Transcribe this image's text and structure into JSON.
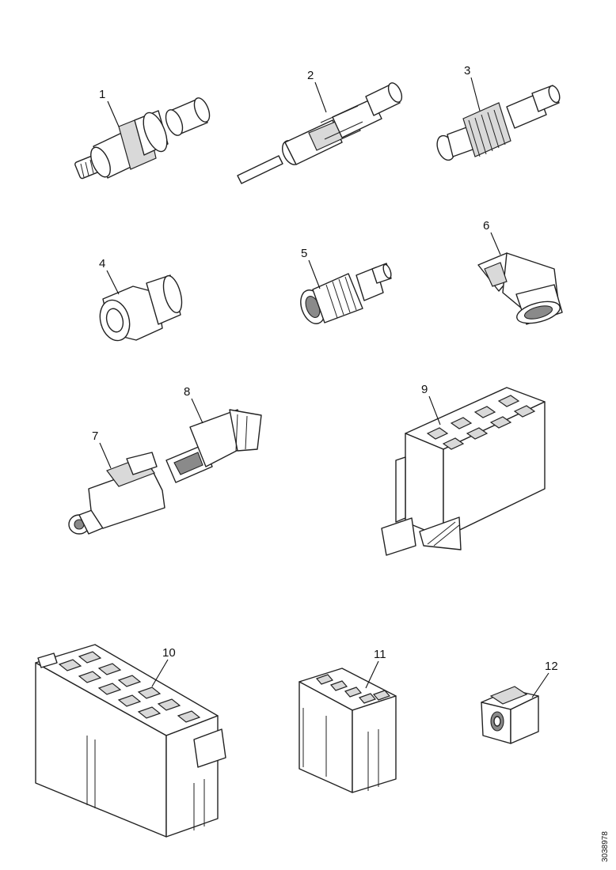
{
  "callouts": [
    "1",
    "2",
    "3",
    "4",
    "5",
    "6",
    "7",
    "8",
    "9",
    "10",
    "11",
    "12"
  ],
  "reference_code": "3038978",
  "colors": {
    "line": "#222222",
    "shade": "#d9d9d9",
    "paper": "#ffffff"
  }
}
